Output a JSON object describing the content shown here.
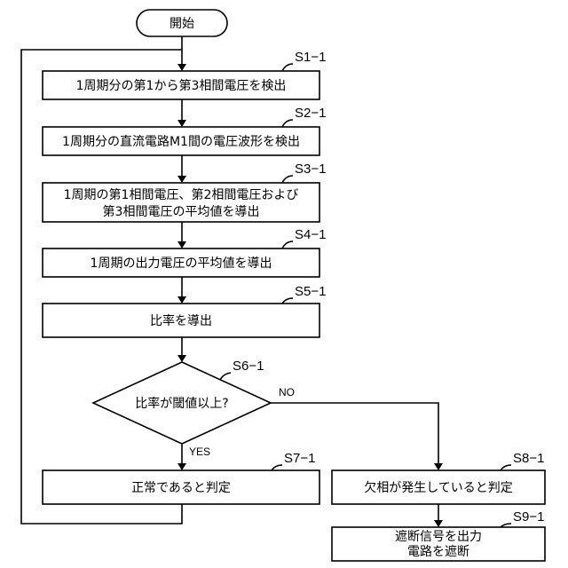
{
  "flowchart": {
    "start": "開始",
    "steps": {
      "s1": {
        "label": "S1−1",
        "text": "1周期分の第1から第3相間電圧を検出"
      },
      "s2": {
        "label": "S2−1",
        "text": "1周期分の直流電路M1間の電圧波形を検出"
      },
      "s3": {
        "label": "S3−1",
        "text_line1": "1周期の第1相間電圧、第2相間電圧および",
        "text_line2": "第3相間電圧の平均値を導出"
      },
      "s4": {
        "label": "S4−1",
        "text": "1周期の出力電圧の平均値を導出"
      },
      "s5": {
        "label": "S5−1",
        "text": "比率を導出"
      },
      "s6": {
        "label": "S6−1",
        "text": "比率が閾値以上?"
      },
      "s7": {
        "label": "S7−1",
        "text": "正常であると判定"
      },
      "s8": {
        "label": "S8−1",
        "text": "欠相が発生していると判定"
      },
      "s9": {
        "label": "S9−1",
        "text_line1": "遮断信号を出力",
        "text_line2": "電路を遮断"
      }
    },
    "branches": {
      "yes": "YES",
      "no": "NO"
    }
  }
}
